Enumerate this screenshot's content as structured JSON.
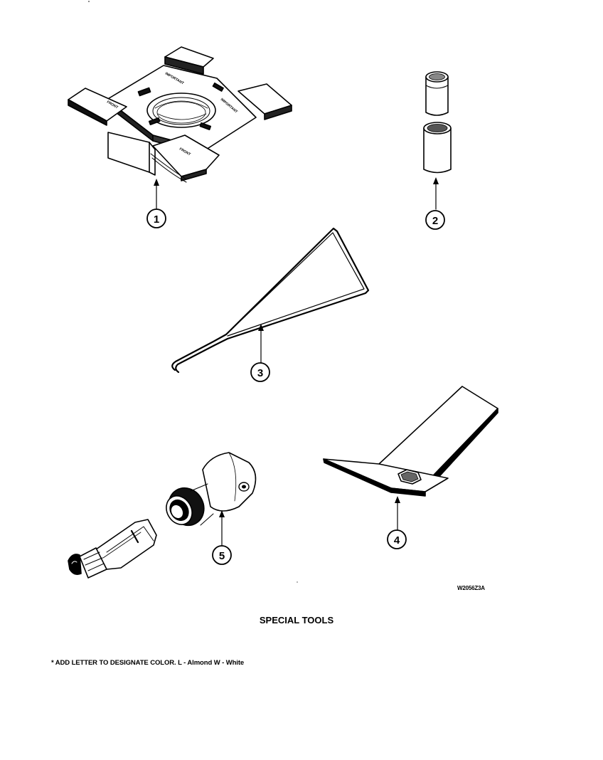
{
  "callouts": [
    "1",
    "2",
    "3",
    "4",
    "5"
  ],
  "card_labels": {
    "important": "IMPORTANT",
    "front": "FRONT"
  },
  "drawing_code": "W2056Z3A",
  "title": "SPECIAL TOOLS",
  "footnote": "* ADD LETTER TO DESIGNATE COLOR.  L - Almond  W - White"
}
